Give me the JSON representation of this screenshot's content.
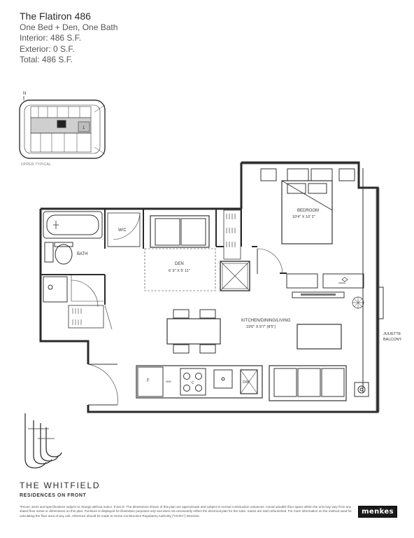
{
  "header": {
    "title": "The Flatiron 486",
    "unit_type": "One Bed + Den, One Bath",
    "interior": "Interior: 486 S.F.",
    "exterior": "Exterior: 0 S.F.",
    "total": "Total: 486 S.F."
  },
  "key_plan": {
    "label": "UPPER TYPICAL",
    "north": "N",
    "unit_marker": "1"
  },
  "rooms": {
    "bedroom_name": "BEDROOM",
    "bedroom_dims": "10'4\" X 10' 2\"",
    "den_name": "DEN",
    "den_dims": "6' 9\" X 5' 11\"",
    "living_name": "KITCHEN/DINING/LIVING",
    "living_dims": "19'6\" X 9'7\" (8'5\")",
    "bath": "BATH",
    "wic": "W/C",
    "juliette_line1": "JULIETTE",
    "juliette_line2": "BALCONY"
  },
  "appliances": {
    "fridge": "F",
    "washer_dryer": "W/D",
    "dishwasher": "D/W",
    "cooktop": "C"
  },
  "branding": {
    "name": "THE WHITFIELD",
    "subtitle": "RESIDENCES ON FRONT",
    "developer": "menkes",
    "disclaimer": "*Prices, sizes and specifications subject to change without notice. E.&O.E. The dimensions shown of this plan are approximate and subject to normal construction variances. Actual useable floor space within the unit may vary from any stated floor areas or dimensions on this plan. Furniture is displayed for illustration purposes only and does not necessarily reflect the electrical plan for the suite. Suites are sold unfurnished. For more information on the method used for calculating the floor area of any unit, reference should be made to Home Construction Regulatory Authority (\"HCRA\") Directive."
  }
}
